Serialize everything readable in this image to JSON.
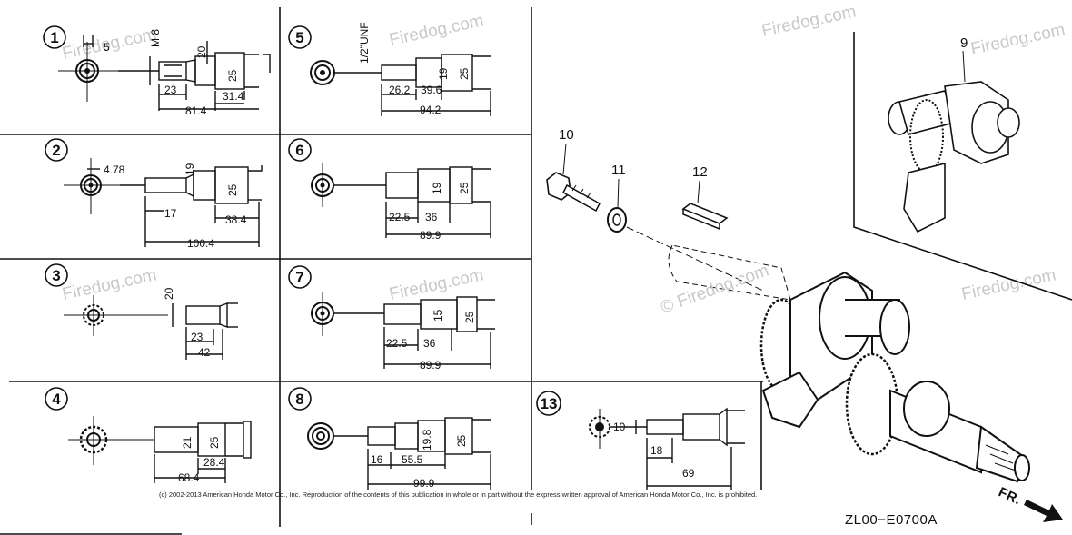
{
  "watermark_text": "Firedog.com",
  "watermark_text_copyright": "© Firedog.com",
  "copyright": "(c) 2002-2013 American Honda Motor Co., Inc. Reproduction of the contents of this publication in whole or in part without the express written approval of American Honda Motor Co., Inc. is prohibited.",
  "diagram_code": "ZL00−E0700A",
  "front_label": "FR.",
  "panels": [
    {
      "num": "1",
      "dims": [
        "5",
        "M 8",
        "20",
        "25",
        "23",
        "31.4",
        "81.4"
      ]
    },
    {
      "num": "2",
      "dims": [
        "4.78",
        "19",
        "25",
        "17",
        "38.4",
        "100.4"
      ]
    },
    {
      "num": "3",
      "dims": [
        "20",
        "23",
        "42"
      ]
    },
    {
      "num": "4",
      "dims": [
        "21",
        "25",
        "28.4",
        "68.4"
      ]
    },
    {
      "num": "5",
      "dims": [
        "1/2\"UNF",
        "19",
        "25",
        "26.2",
        "39.6",
        "94.2"
      ]
    },
    {
      "num": "6",
      "dims": [
        "19",
        "25",
        "22.5",
        "36",
        "89.9"
      ]
    },
    {
      "num": "7",
      "dims": [
        "15",
        "25",
        "22.5",
        "36",
        "89.9"
      ]
    },
    {
      "num": "8",
      "dims": [
        "19.8",
        "25",
        "16",
        "55.5",
        "99.9"
      ]
    },
    {
      "num": "13",
      "dims": [
        "10",
        "18",
        "69"
      ]
    }
  ],
  "callouts": [
    "10",
    "11",
    "12",
    "9"
  ]
}
